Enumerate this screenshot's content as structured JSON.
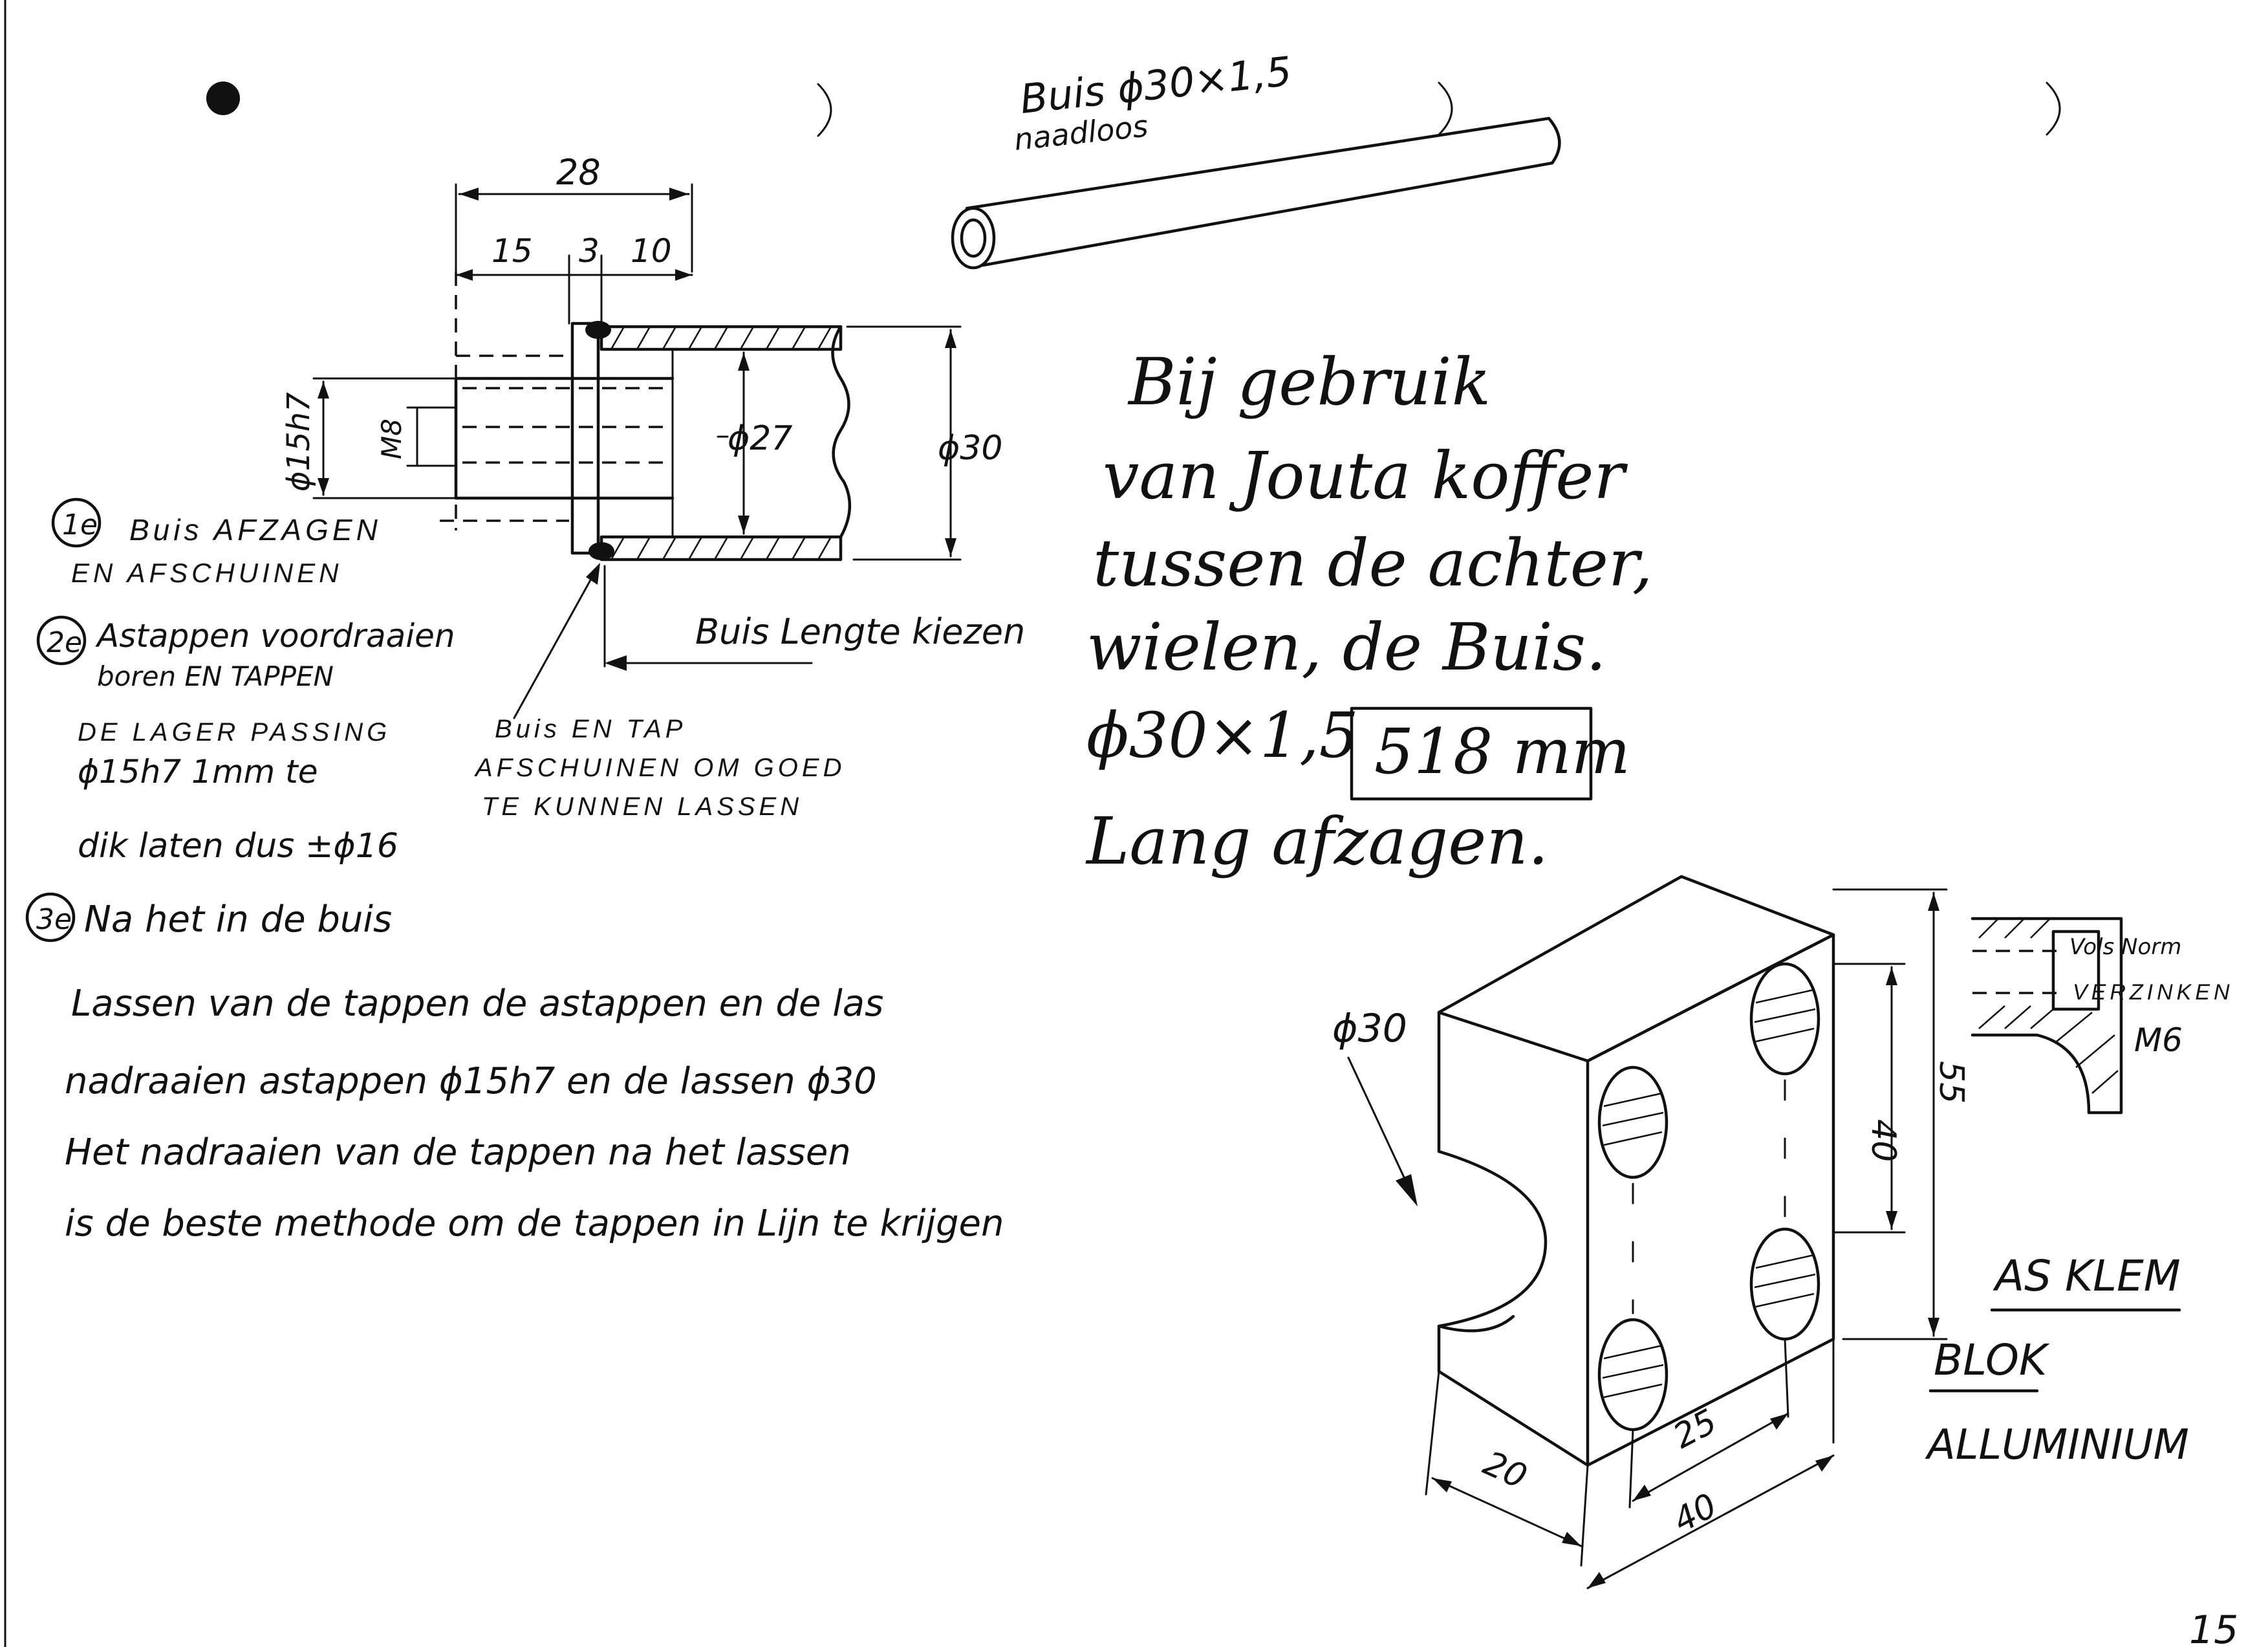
{
  "tube_label": {
    "line1": "Buis ϕ30×1,5",
    "line2": "naadloos"
  },
  "dims": {
    "d28": "28",
    "d15": "15",
    "d3": "3",
    "d10": "10",
    "d15h7": "ϕ15h7",
    "m8": "M8",
    "d27": "ϕ27",
    "d30": "ϕ30"
  },
  "length_note": "Buis Lengte kiezen",
  "weld_note": [
    "Buis EN TAP",
    "AFSCHUINEN OM GOED",
    "TE KUNNEN LASSEN"
  ],
  "step1": {
    "num": "1e",
    "lines": [
      "Buis AFZAGEN",
      "EN AFSCHUINEN"
    ]
  },
  "step2": {
    "num": "2e",
    "lines": [
      "Astappen voordraaien",
      "boren EN TAPPEN",
      "DE LAGER PASSING",
      "ϕ15h7  1mm te",
      "dik laten dus ±ϕ16"
    ]
  },
  "step3": {
    "num": "3e",
    "lines": [
      "Na het in de buis",
      "Lassen van de tappen  de astappen  en de las",
      "nadraaien  astappen ϕ15h7  en de lassen ϕ30",
      "Het nadraaien  van de tappen  na het lassen",
      "is de beste methode  om  de tappen  in Lijn te krijgen"
    ]
  },
  "usage": {
    "lines": [
      "Bij gebruik",
      "van Jouta koffer",
      "tussen de achter,",
      "wielen, de Buis."
    ],
    "size": "ϕ30×1,5",
    "length": "518 mm",
    "cut": "Lang afzagen."
  },
  "block": {
    "dims": {
      "phi30": "ϕ30",
      "d40v": "40",
      "d55": "55",
      "d25": "25",
      "d20": "20",
      "d40h": "40"
    },
    "section_notes": [
      "Vols Norm",
      "VERZINKEN",
      "M6"
    ],
    "title": [
      "AS KLEM",
      "BLOK",
      "ALLUMINIUM"
    ]
  },
  "page_number": "15"
}
